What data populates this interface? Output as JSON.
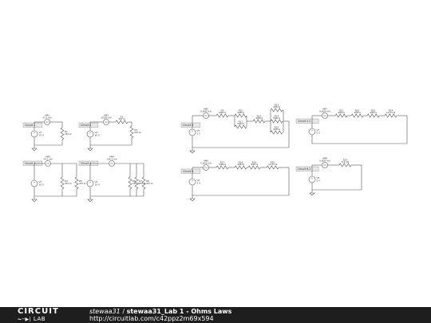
{
  "colors": {
    "wire": "#555555",
    "footer_bg": "#1e1e1e",
    "footer_text": "#ffffff",
    "label_bg": "#e8e8e8"
  },
  "footer": {
    "logo_top": "CIRCUIT",
    "logo_bottom": "LAB",
    "owner": "stewaa31",
    "separator": "/",
    "title": "stewaa31_Lab 1 - Ohms Laws",
    "url": "http://circuitlab.com/c42ppz2m69x594"
  },
  "circuits": [
    {
      "label": "Circuit 1",
      "source": "V1",
      "source_value": "10 V",
      "meter": "AM1",
      "meter_value": "37.0 mA",
      "resistors": [
        {
          "name": "R1",
          "value": "267 Ω"
        }
      ]
    },
    {
      "label": "Circuit 2",
      "source": "V2",
      "source_value": "10 V",
      "meter": "AM2",
      "meter_value": "18.85 mA",
      "resistors": [
        {
          "name": "R2",
          "value": "267 Ω"
        },
        {
          "name": "R3",
          "value": "267 Ω"
        }
      ]
    },
    {
      "label": "Circuit 3",
      "source": "V3",
      "source_value": "10 V",
      "meter": "AM3",
      "meter_value": "74.1 mA",
      "resistors": [
        {
          "name": "R4",
          "value": "267 Ω"
        },
        {
          "name": "R5",
          "value": "267 Ω"
        }
      ]
    },
    {
      "label": "Circuit 4",
      "source": "V4",
      "source_value": "10 V",
      "meter": "AM4",
      "meter_value": "109.1 mA",
      "resistors": [
        {
          "name": "R6",
          "value": "267 Ω"
        },
        {
          "name": "R7",
          "value": "267 Ω"
        },
        {
          "name": "R8",
          "value": "267 Ω"
        }
      ]
    },
    {
      "label": "Circuit 5",
      "source": "V5",
      "source_value": "5 V",
      "meter": "AM5",
      "meter_value": "0.608 mA",
      "resistors": [
        {
          "name": "R9",
          "value": "998 Ω"
        },
        {
          "name": "R10",
          "value": "998 Ω"
        },
        {
          "name": "R11",
          "value": "998 Ω"
        },
        {
          "name": "R12",
          "value": "998 Ω"
        },
        {
          "name": "R13",
          "value": "998 Ω"
        },
        {
          "name": "R14",
          "value": "998 Ω"
        },
        {
          "name": "R15",
          "value": "998 Ω"
        },
        {
          "name": "R16",
          "value": "998 Ω"
        }
      ]
    },
    {
      "label": "Circuit 6",
      "source": "V6",
      "source_value": "5 V",
      "meter": "AM6",
      "meter_value": "0.603 mA",
      "resistors": [
        {
          "name": "R17",
          "value": "998 Ω"
        },
        {
          "name": "R18",
          "value": "998 Ω"
        },
        {
          "name": "R19",
          "value": "998 Ω"
        },
        {
          "name": "R20",
          "value": "14.55 Ω"
        }
      ]
    },
    {
      "label": "Circuit 5.2",
      "source": "V7",
      "source_value": "5 V",
      "meter": "AM7",
      "meter_value": "0.609 mA",
      "resistors": [
        {
          "name": "R21",
          "value": "998 Ω"
        },
        {
          "name": "R22",
          "value": "998 Ω"
        },
        {
          "name": "R23",
          "value": "998 Ω"
        },
        {
          "name": "R24",
          "value": "14.55 Ω"
        }
      ]
    },
    {
      "label": "Circuit 6.2",
      "source": "V8",
      "source_value": "5 V",
      "meter": "AM8",
      "meter_value": "0.609 mA",
      "resistors": [
        {
          "name": "R25",
          "value": "8.2 kΩ"
        }
      ]
    }
  ]
}
